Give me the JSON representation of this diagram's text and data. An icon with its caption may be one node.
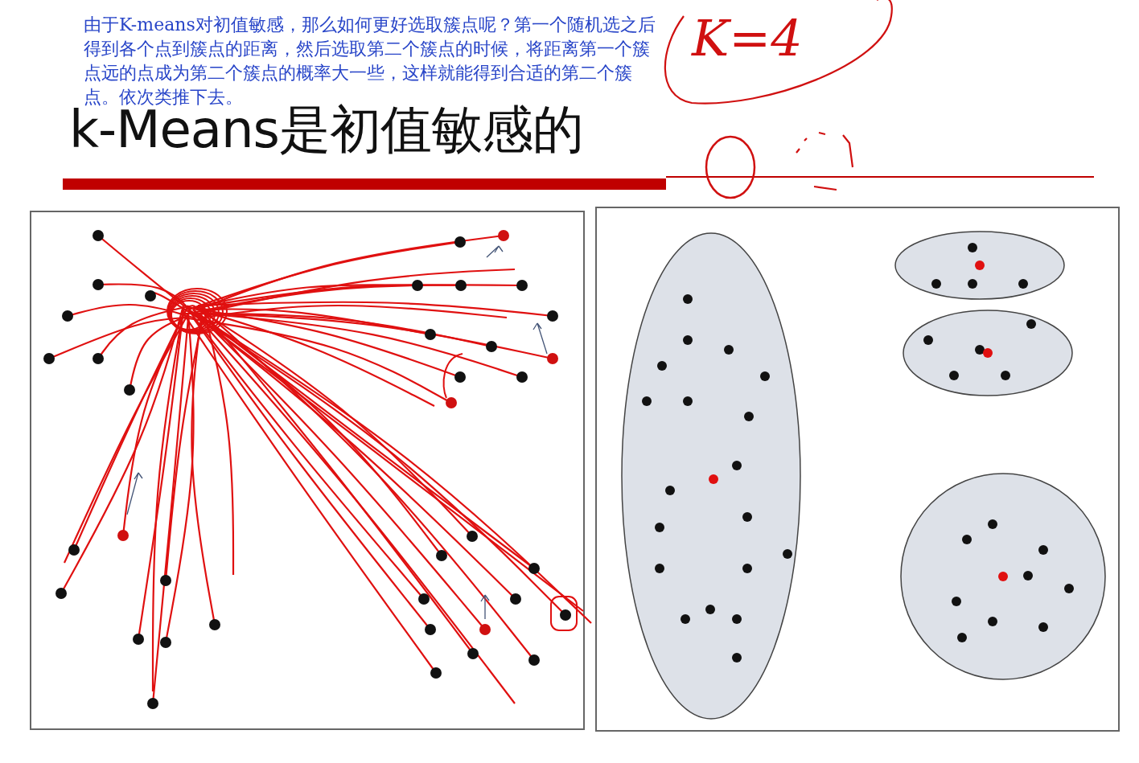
{
  "diagram": {
    "title": "k-Means是初值敏感的",
    "labels": [
      "由于K-means对初值敏感，那么如何更好选取簇点呢？第一个随机选之后得到各个点到簇点的距离，然后选取第二个簇点的时候，将距离第一个簇点远的点成为第二个簇点的概率大一些，这样就能得到合适的第二个簇点。依次类推下去。",
      "K=4"
    ]
  }
}
